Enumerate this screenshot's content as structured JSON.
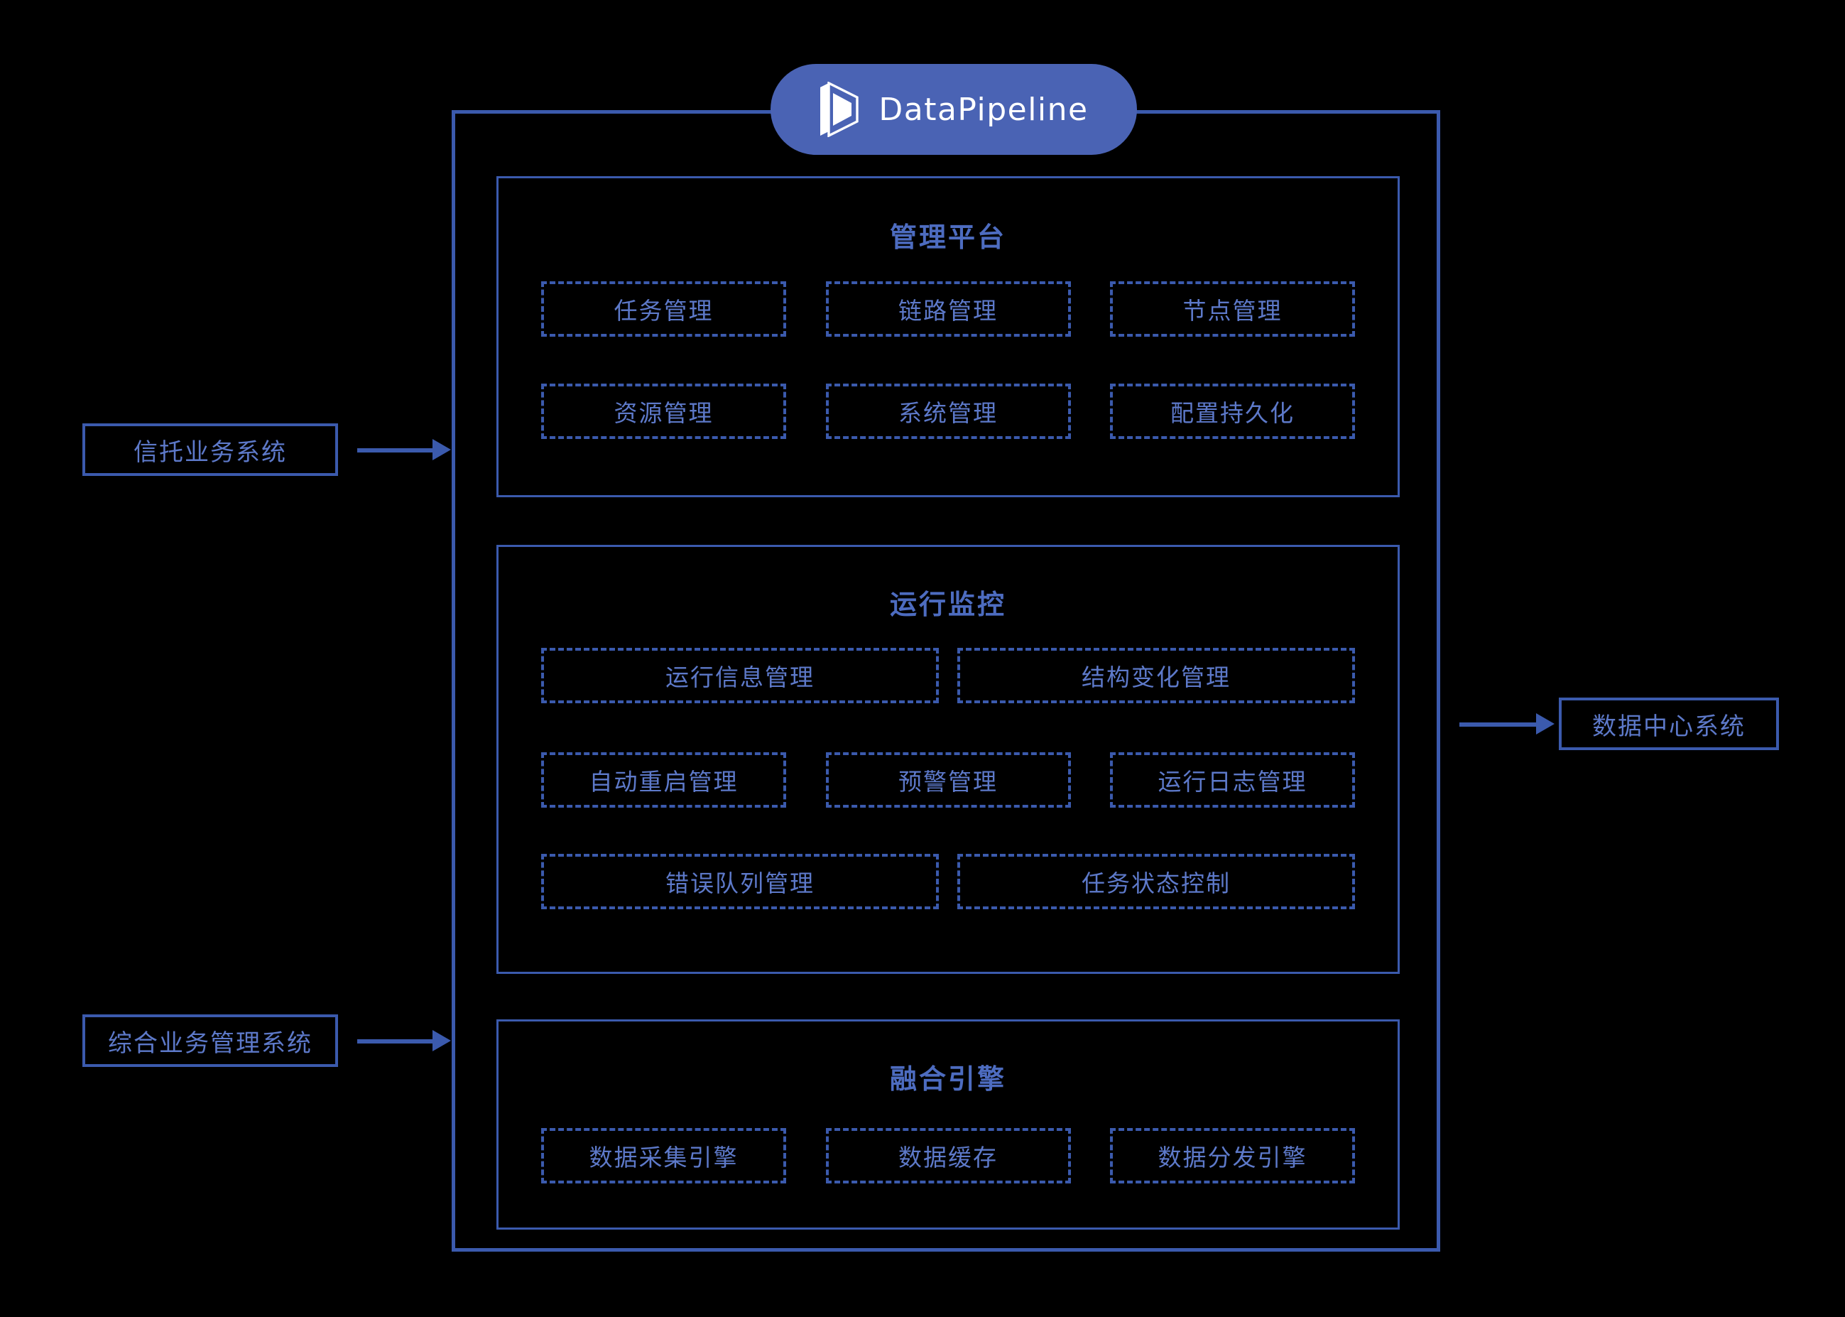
{
  "brand": {
    "name": "DataPipeline",
    "logo_icon": "datapipeline-cube-icon",
    "pill_color": "#4a63b4",
    "text_color": "#ffffff"
  },
  "colors": {
    "background": "#000000",
    "border": "#3b5aad",
    "label": "#5d79c9",
    "title": "#4d6cc0",
    "arrow": "#3b5aad"
  },
  "external_systems": {
    "left": [
      {
        "label": "信托业务系统",
        "direction": "in"
      },
      {
        "label": "综合业务管理系统",
        "direction": "in"
      }
    ],
    "right": [
      {
        "label": "数据中心系统",
        "direction": "out"
      }
    ]
  },
  "panels": [
    {
      "id": "manage",
      "title": "管理平台",
      "rows": [
        {
          "cells": [
            "任务管理",
            "链路管理",
            "节点管理"
          ]
        },
        {
          "cells": [
            "资源管理",
            "系统管理",
            "配置持久化"
          ]
        }
      ]
    },
    {
      "id": "monitor",
      "title": "运行监控",
      "rows": [
        {
          "cells": [
            "运行信息管理",
            "结构变化管理"
          ]
        },
        {
          "cells": [
            "自动重启管理",
            "预警管理",
            "运行日志管理"
          ]
        },
        {
          "cells": [
            "错误队列管理",
            "任务状态控制"
          ]
        }
      ]
    },
    {
      "id": "engine",
      "title": "融合引擎",
      "rows": [
        {
          "cells": [
            "数据采集引擎",
            "数据缓存",
            "数据分发引擎"
          ]
        }
      ]
    }
  ]
}
